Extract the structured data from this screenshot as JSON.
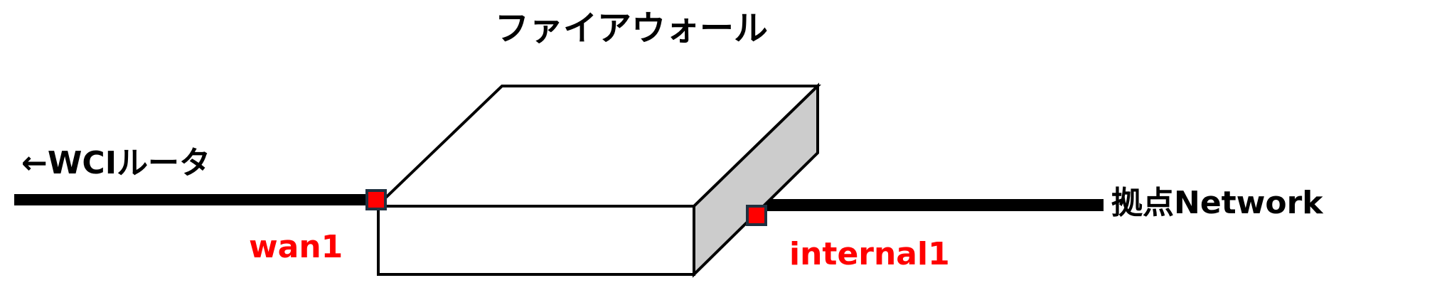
{
  "diagram": {
    "device_title": "ファイアウォール",
    "left_label": "←WCIルータ",
    "right_label": "拠点Network",
    "ports": [
      {
        "name": "wan1",
        "color": "#ff0000"
      },
      {
        "name": "internal1",
        "color": "#ff0000"
      }
    ],
    "colors": {
      "box_top": "#ffffff",
      "box_side": "#cccccc",
      "line": "#000000",
      "port_text": "#ff0000",
      "port_frame": "#1f3140"
    }
  }
}
